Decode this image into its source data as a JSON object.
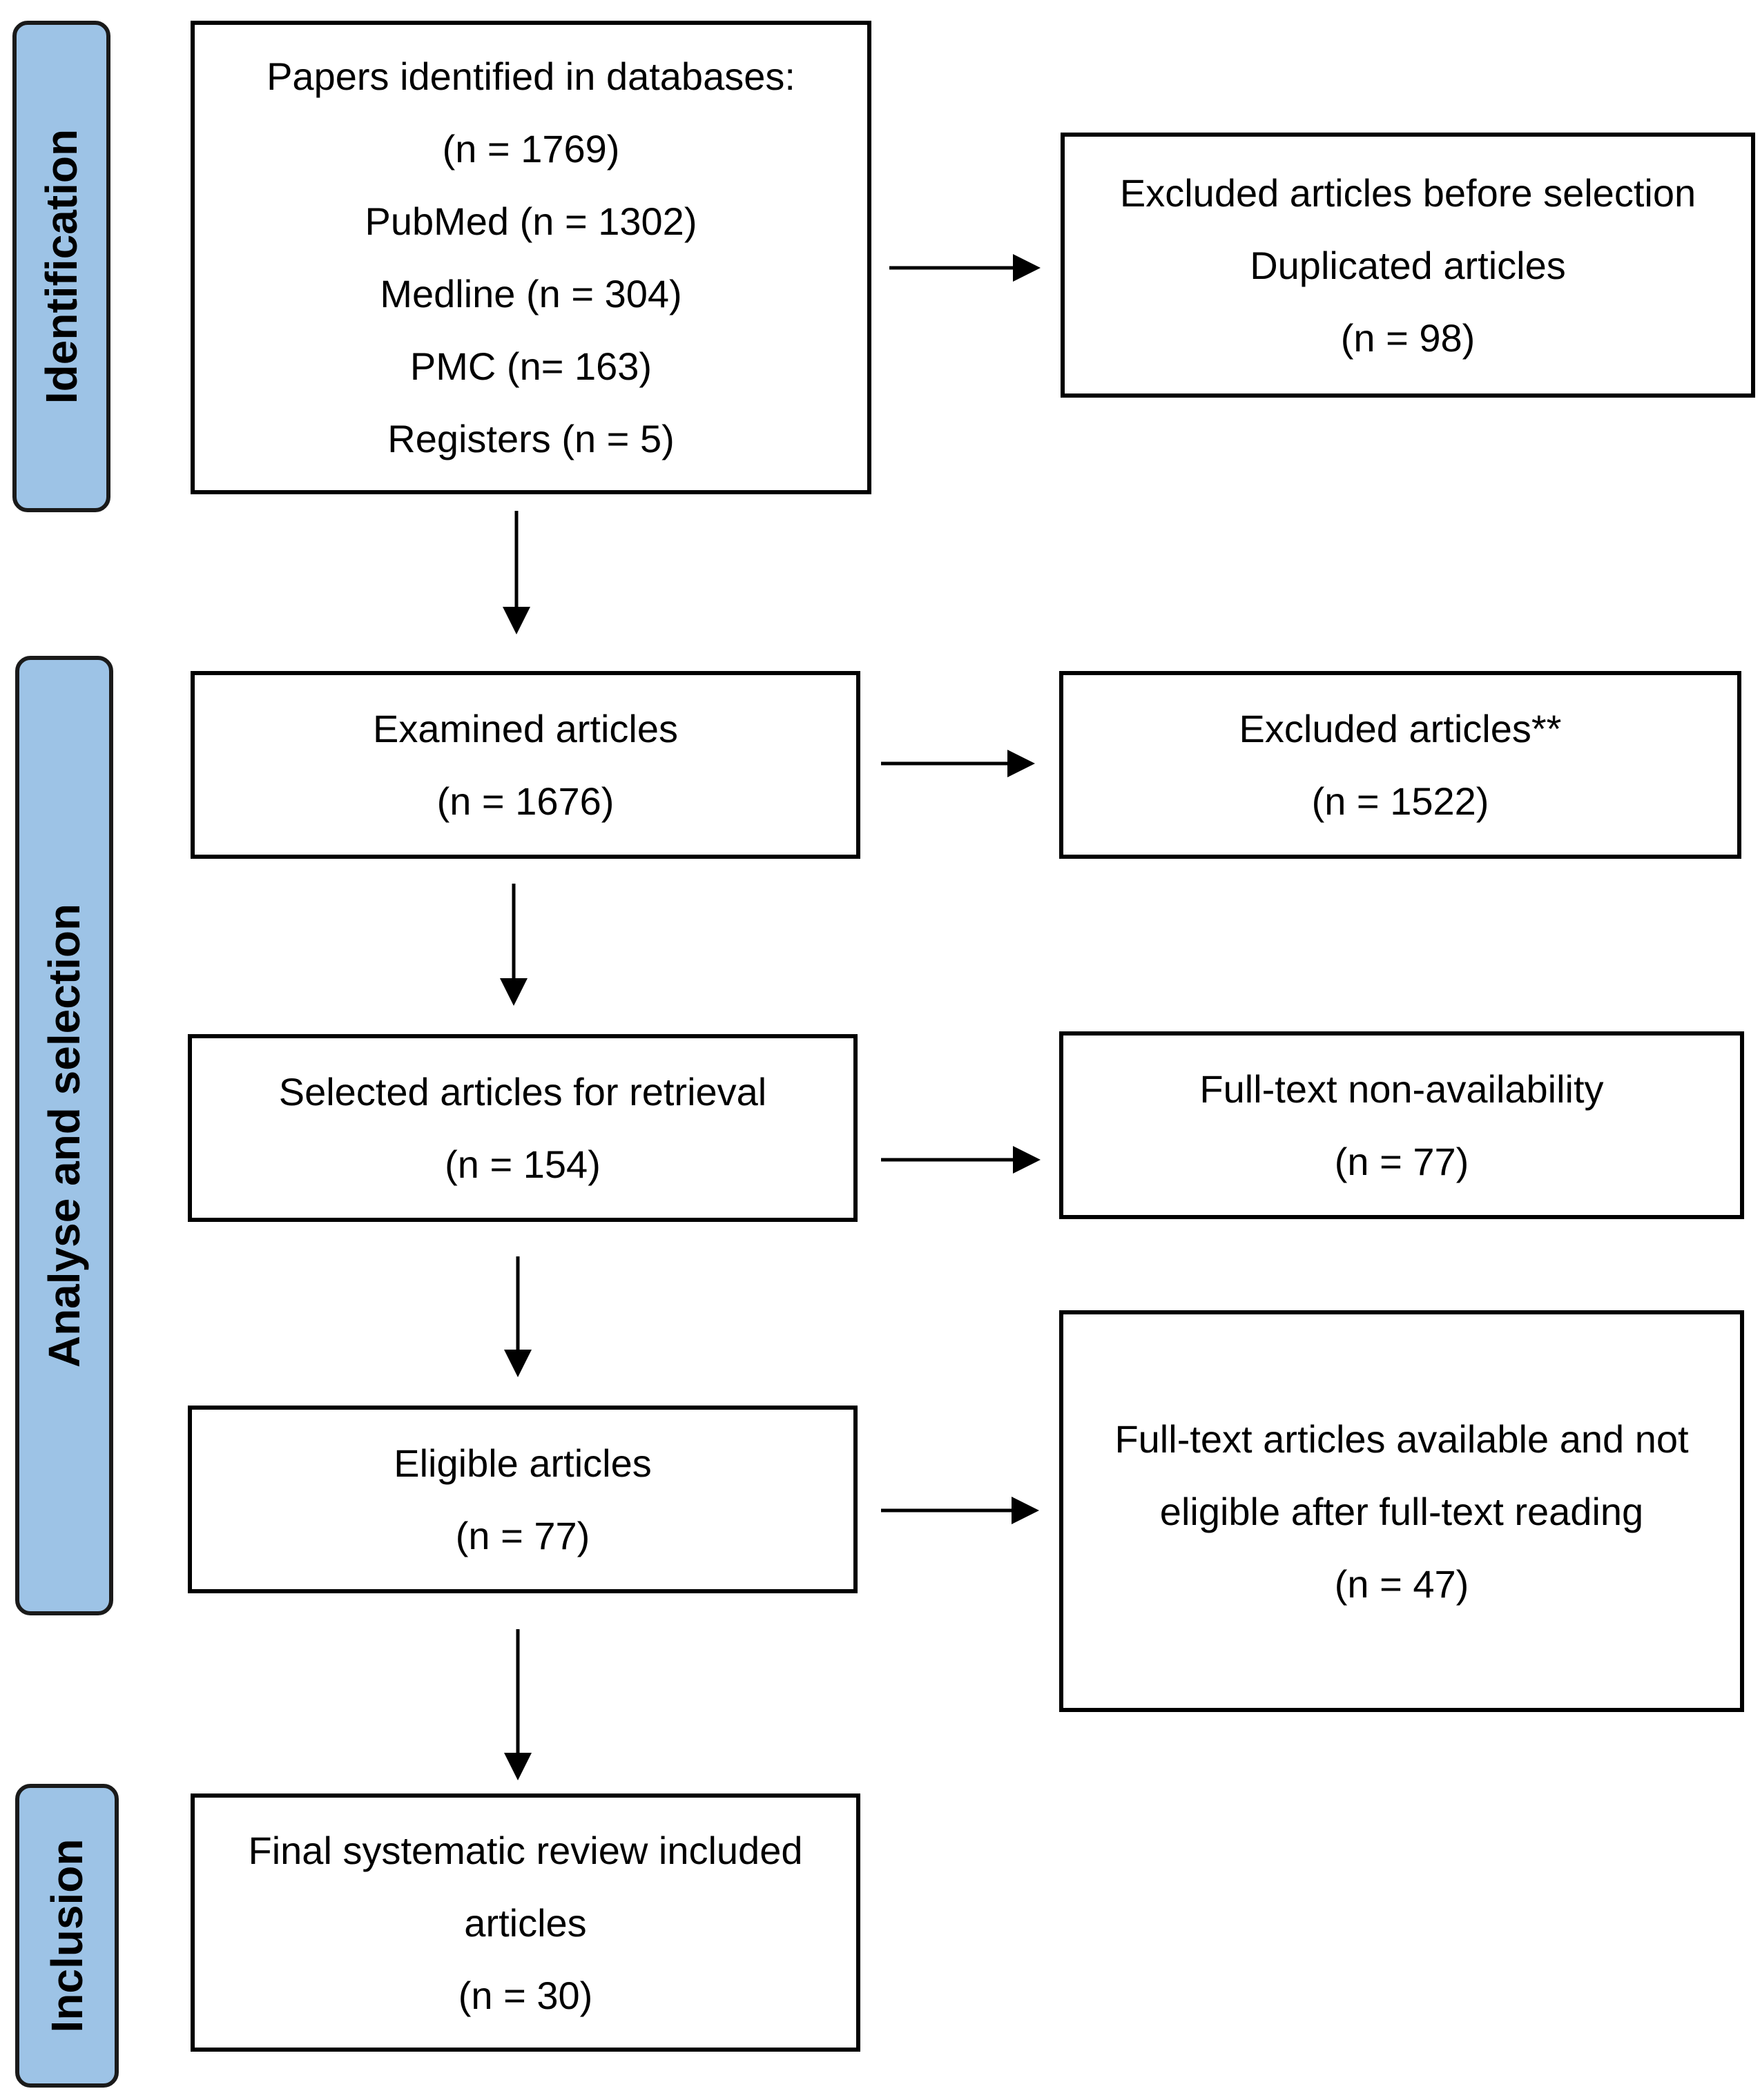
{
  "phases": {
    "identification": "Identification",
    "analyse_selection": "Analyse and selection",
    "inclusion": "Inclusion"
  },
  "boxes": {
    "identified": [
      "Papers identified in databases:",
      "(n = 1769)",
      "PubMed (n = 1302)",
      "Medline (n = 304)",
      "PMC (n= 163)",
      "Registers (n = 5)"
    ],
    "duplicates": [
      "Excluded articles before selection",
      "Duplicated articles",
      "(n = 98)"
    ],
    "examined": [
      "Examined articles",
      "(n = 1676)"
    ],
    "excluded": [
      "Excluded articles**",
      "(n = 1522)"
    ],
    "retrieval": [
      "Selected articles for retrieval",
      "(n = 154)"
    ],
    "not_available": [
      "Full-text non-availability",
      "(n = 77)"
    ],
    "eligible": [
      "Eligible articles",
      "(n = 77)"
    ],
    "not_eligible": [
      "Full-text articles available and not",
      "eligible after full-text reading",
      "(n = 47)"
    ],
    "included": [
      "Final systematic review included",
      "articles",
      "(n = 30)"
    ]
  },
  "colors": {
    "phase_fill": "#9dc3e6",
    "border": "#000000"
  }
}
